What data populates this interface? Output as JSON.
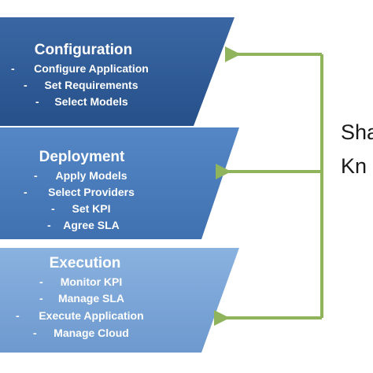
{
  "stages": [
    {
      "title": "Configuration",
      "items": [
        "Configure Application",
        "Set Requirements",
        "Select Models"
      ],
      "color": "#2f5c96"
    },
    {
      "title": "Deployment",
      "items": [
        "Apply Models",
        "Select Providers",
        "Set KPI",
        "Agree SLA"
      ],
      "color": "#4a7cbd"
    },
    {
      "title": "Execution",
      "items": [
        "Monitor KPI",
        "Manage SLA",
        "Execute Application",
        "Manage Cloud"
      ],
      "color": "#7aa6d8"
    }
  ],
  "bullet": "-",
  "side_label": {
    "line1": "Sha",
    "line2": "Kn"
  },
  "connector_color": "#8fb45c"
}
